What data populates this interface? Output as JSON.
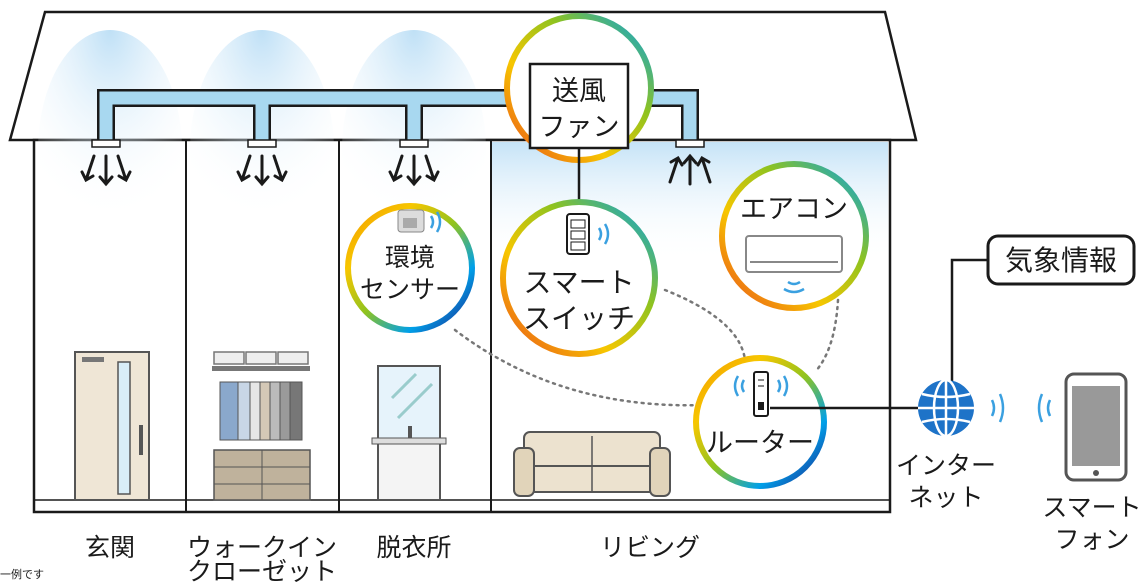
{
  "rooms": {
    "entrance": "玄関",
    "closet": [
      "ウォークイン",
      "クローゼット"
    ],
    "dressing": "脱衣所",
    "living": "リビング"
  },
  "devices": {
    "fan": [
      "送風",
      "ファン"
    ],
    "sensor": [
      "環境",
      "センサー"
    ],
    "switch": [
      "スマート",
      "スイッチ"
    ],
    "aircon": "エアコン",
    "router": "ルーター",
    "internet": [
      "インター",
      "ネット"
    ],
    "smartphone": [
      "スマート",
      "フォン"
    ],
    "weather": "気象情報"
  },
  "note": "一例です",
  "colors": {
    "duct": "#a8d8f0",
    "duct_outline": "#1a1a1a",
    "interior_glow": "#cfe8f8",
    "ring_gradient": [
      "#f39800",
      "#e94e1b",
      "#f7c600",
      "#8fc31f",
      "#00a0e9",
      "#1d2088"
    ],
    "globe": "#1e73c8",
    "wifi": "#3aa0e0"
  }
}
